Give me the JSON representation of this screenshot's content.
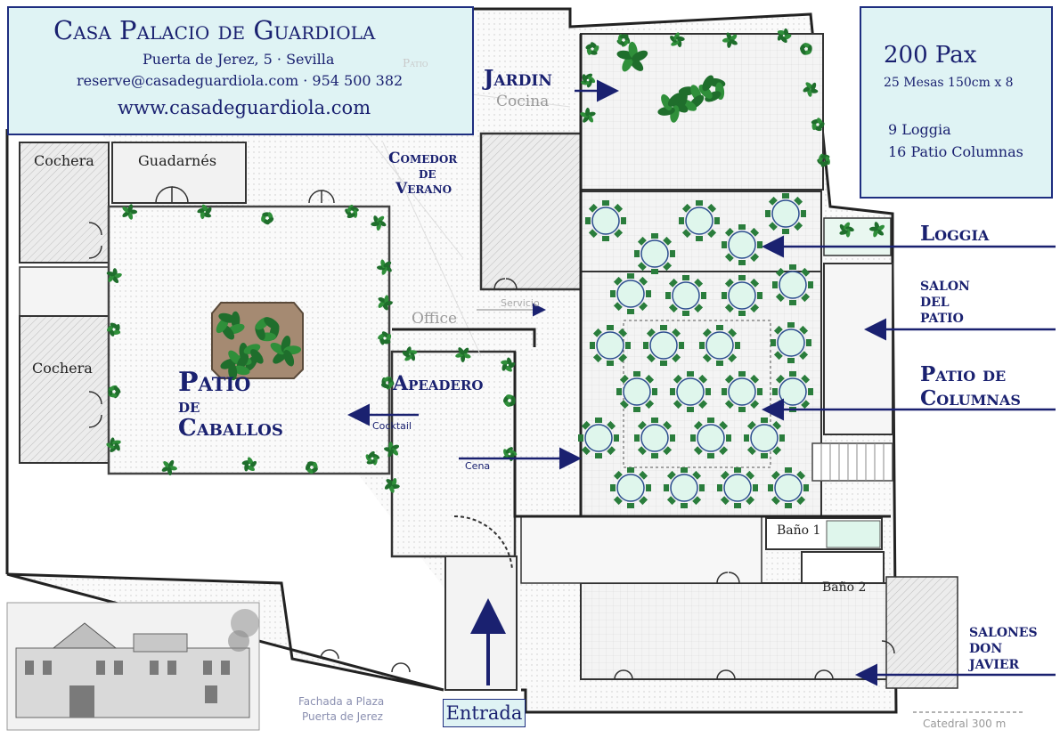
{
  "header": {
    "title": "Casa Palacio de Guardiola",
    "address": "Puerta de Jerez, 5 · Sevilla",
    "contact": "reserve@casadeguardiola.com · 954 500 382",
    "website": "www.casadeguardiola.com"
  },
  "capacity": {
    "pax": "200 Pax",
    "tables": "25 Mesas 150cm x 8",
    "loggia_count": "9 Loggia",
    "patio_count": "16 Patio Columnas"
  },
  "rooms": {
    "jardin": "Jardin",
    "cocina": "Cocina",
    "patio_faded": "Patio",
    "cochera_top": "Cochera",
    "guadarnes": "Guadarnés",
    "cochera_mid": "Cochera",
    "comedor_1": "Comedor",
    "comedor_2": "de",
    "comedor_3": "Verano",
    "office": "Office",
    "servicio": "Servicio",
    "patio_caballos_1": "Patio",
    "patio_caballos_2": "de",
    "patio_caballos_3": "Caballos",
    "apeadero": "Apeadero",
    "cocktail": "Cocktail",
    "cena": "Cena",
    "loggia": "Loggia",
    "salon_patio_1": "SALON",
    "salon_patio_2": "DEL",
    "salon_patio_3": "PATIO",
    "patio_columnas_1": "Patio de",
    "patio_columnas_2": "Columnas",
    "bano_1": "Baño 1",
    "bano_2": "Baño 2",
    "salones_1": "SALONES",
    "salones_2": "DON",
    "salones_3": "JAVIER"
  },
  "footer": {
    "entrada": "Entrada",
    "fachada_1": "Fachada a Plaza",
    "fachada_2": "Puerta de Jerez",
    "catedral": "Catedral 300 m"
  },
  "colors": {
    "navy": "#1a2170",
    "box_fill": "#dff3f4",
    "box_border": "#1e2e80",
    "plant": "#2f8f3a",
    "table_fill": "#dff6ec",
    "chair": "#2a7d3c"
  },
  "icons": [
    "plant-icon",
    "round-table-icon",
    "arrow-icon",
    "facade-sketch-icon"
  ]
}
